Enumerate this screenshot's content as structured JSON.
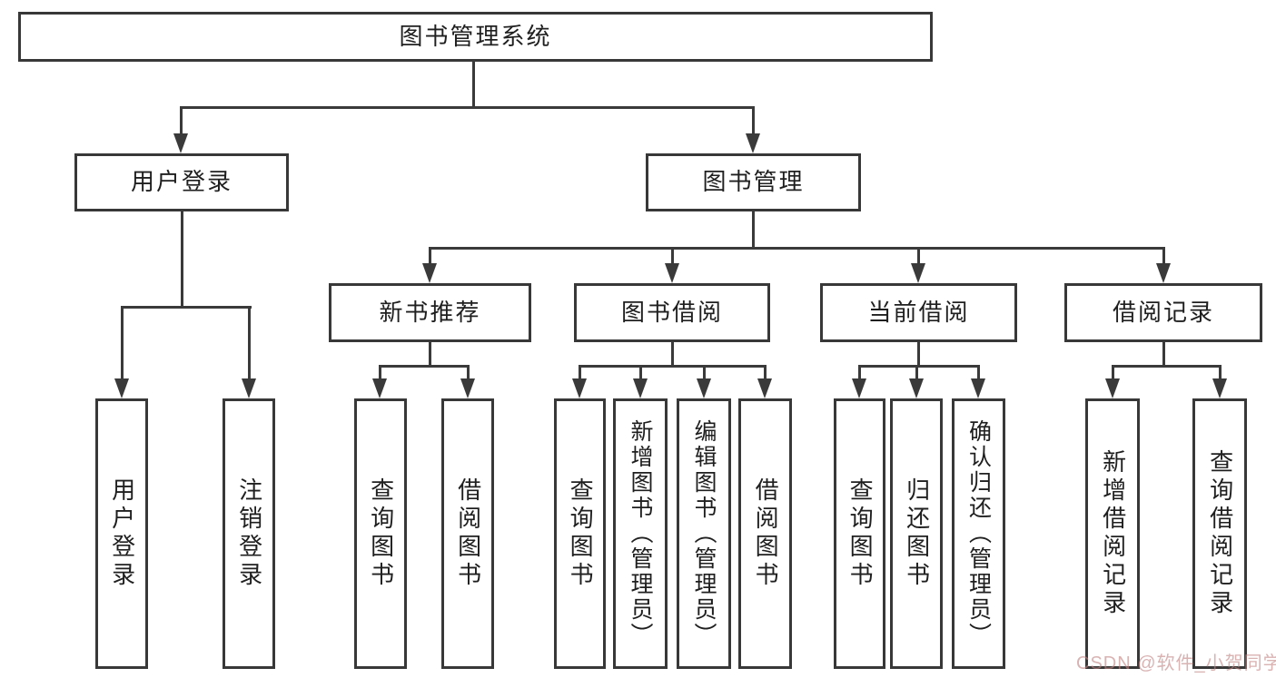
{
  "tree": {
    "root": {
      "label": "图书管理系统"
    },
    "branches": [
      {
        "label": "用户登录",
        "children": [
          {
            "label": "用户登录"
          },
          {
            "label": "注销登录"
          }
        ]
      },
      {
        "label": "图书管理",
        "children": [
          {
            "label": "新书推荐",
            "children": [
              {
                "label": "查询图书"
              },
              {
                "label": "借阅图书"
              }
            ]
          },
          {
            "label": "图书借阅",
            "children": [
              {
                "label": "查询图书"
              },
              {
                "label": "新增图书（管理员）"
              },
              {
                "label": "编辑图书（管理员）"
              },
              {
                "label": "借阅图书"
              }
            ]
          },
          {
            "label": "当前借阅",
            "children": [
              {
                "label": "查询图书"
              },
              {
                "label": "归还图书"
              },
              {
                "label": "确认归还（管理员）"
              }
            ]
          },
          {
            "label": "借阅记录",
            "children": [
              {
                "label": "新增借阅记录"
              },
              {
                "label": "查询借阅记录"
              }
            ]
          }
        ]
      }
    ]
  },
  "watermark": {
    "text": "CSDN @软件_小贺同学"
  },
  "colors": {
    "line": "#3a3a3a",
    "box_border": "#383838",
    "text": "#1f1f1f",
    "background": "#ffffff",
    "watermark": "#c18282"
  }
}
